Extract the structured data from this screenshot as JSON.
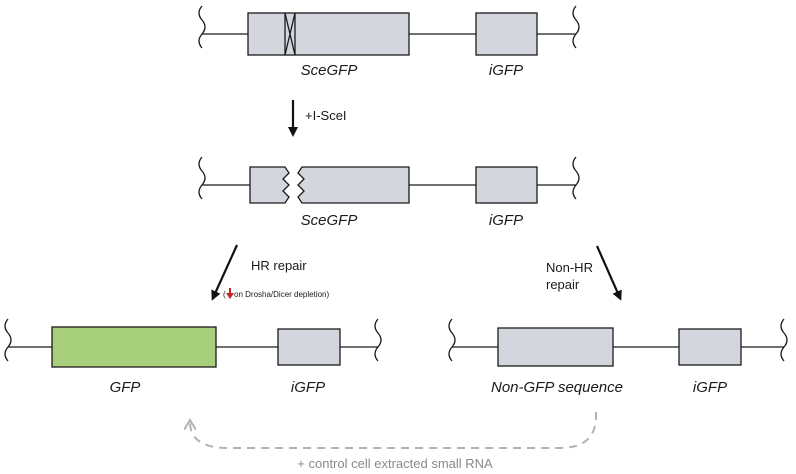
{
  "top_construct": {
    "gene1": "SceGFP",
    "gene2": "iGFP"
  },
  "step1": {
    "label": "+I-SceI"
  },
  "cut_construct": {
    "gene1": "SceGFP",
    "gene2": "iGFP"
  },
  "hr_branch": {
    "label": "HR repair",
    "note_prefix": "(",
    "note_text": " on Drosha/Dicer depletion)",
    "gene1": "GFP",
    "gene2": "iGFP"
  },
  "nonhr_branch": {
    "label_line1": "Non-HR",
    "label_line2": "repair",
    "gene1": "Non-GFP sequence",
    "gene2": "iGFP"
  },
  "rescue": {
    "label": "+ control cell extracted small RNA"
  },
  "colors": {
    "gfp_box": "#a8cf7b",
    "gene_box": "#d4d6de",
    "down_arrow": "#c0282d",
    "dashed_arrow": "#b3b3b3"
  }
}
